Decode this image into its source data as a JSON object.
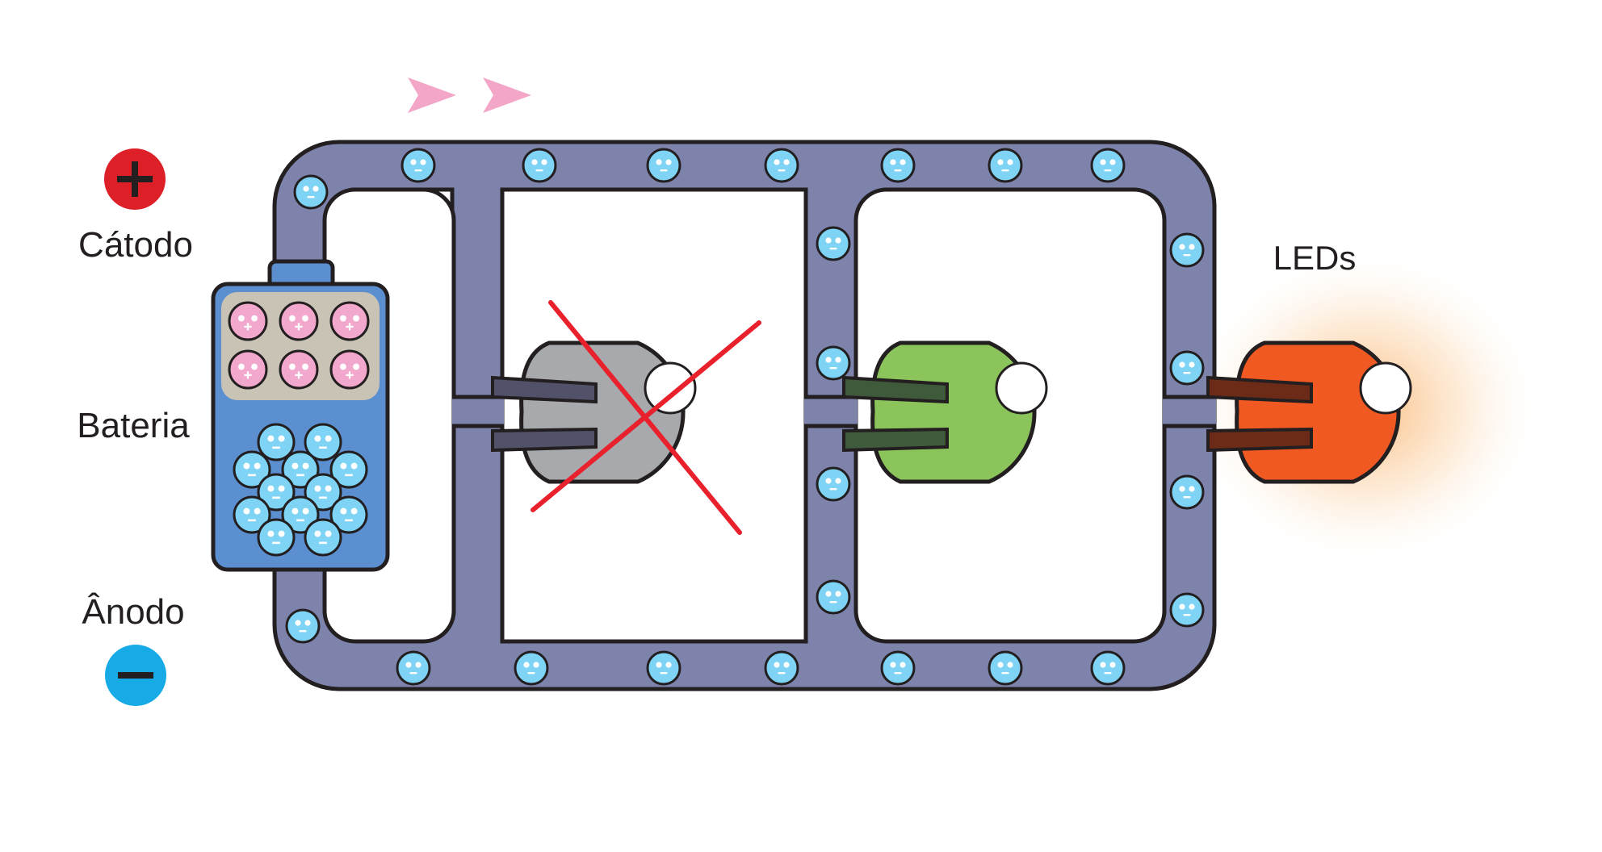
{
  "labels": {
    "cathode": "Cátodo",
    "battery": "Bateria",
    "anode": "Ânodo",
    "leds": "LEDs"
  },
  "signs": {
    "plus": "+",
    "minus": "−"
  },
  "colors": {
    "wire": "#7e83ac",
    "outline": "#231f20",
    "battery_body": "#5b8fcf",
    "electron": "#7fd3f4",
    "hole": "#f2a7cc",
    "hole_ring": "#c9c3b5",
    "flow_arrow": "#f4a6c8",
    "cathode_sign": "#dd2027",
    "anode_sign": "#16aae6",
    "led_off": "#a7a9ac",
    "led_green": "#8bc45a",
    "led_orange": "#f05a22",
    "cross": "#e8212d",
    "glow_green": "#b5d98e",
    "glow_orange": "#fbc48a"
  },
  "leds": [
    {
      "name": "led-off",
      "state": "off",
      "crossed": true
    },
    {
      "name": "led-green",
      "state": "on",
      "crossed": false
    },
    {
      "name": "led-orange",
      "state": "on",
      "crossed": false
    }
  ]
}
